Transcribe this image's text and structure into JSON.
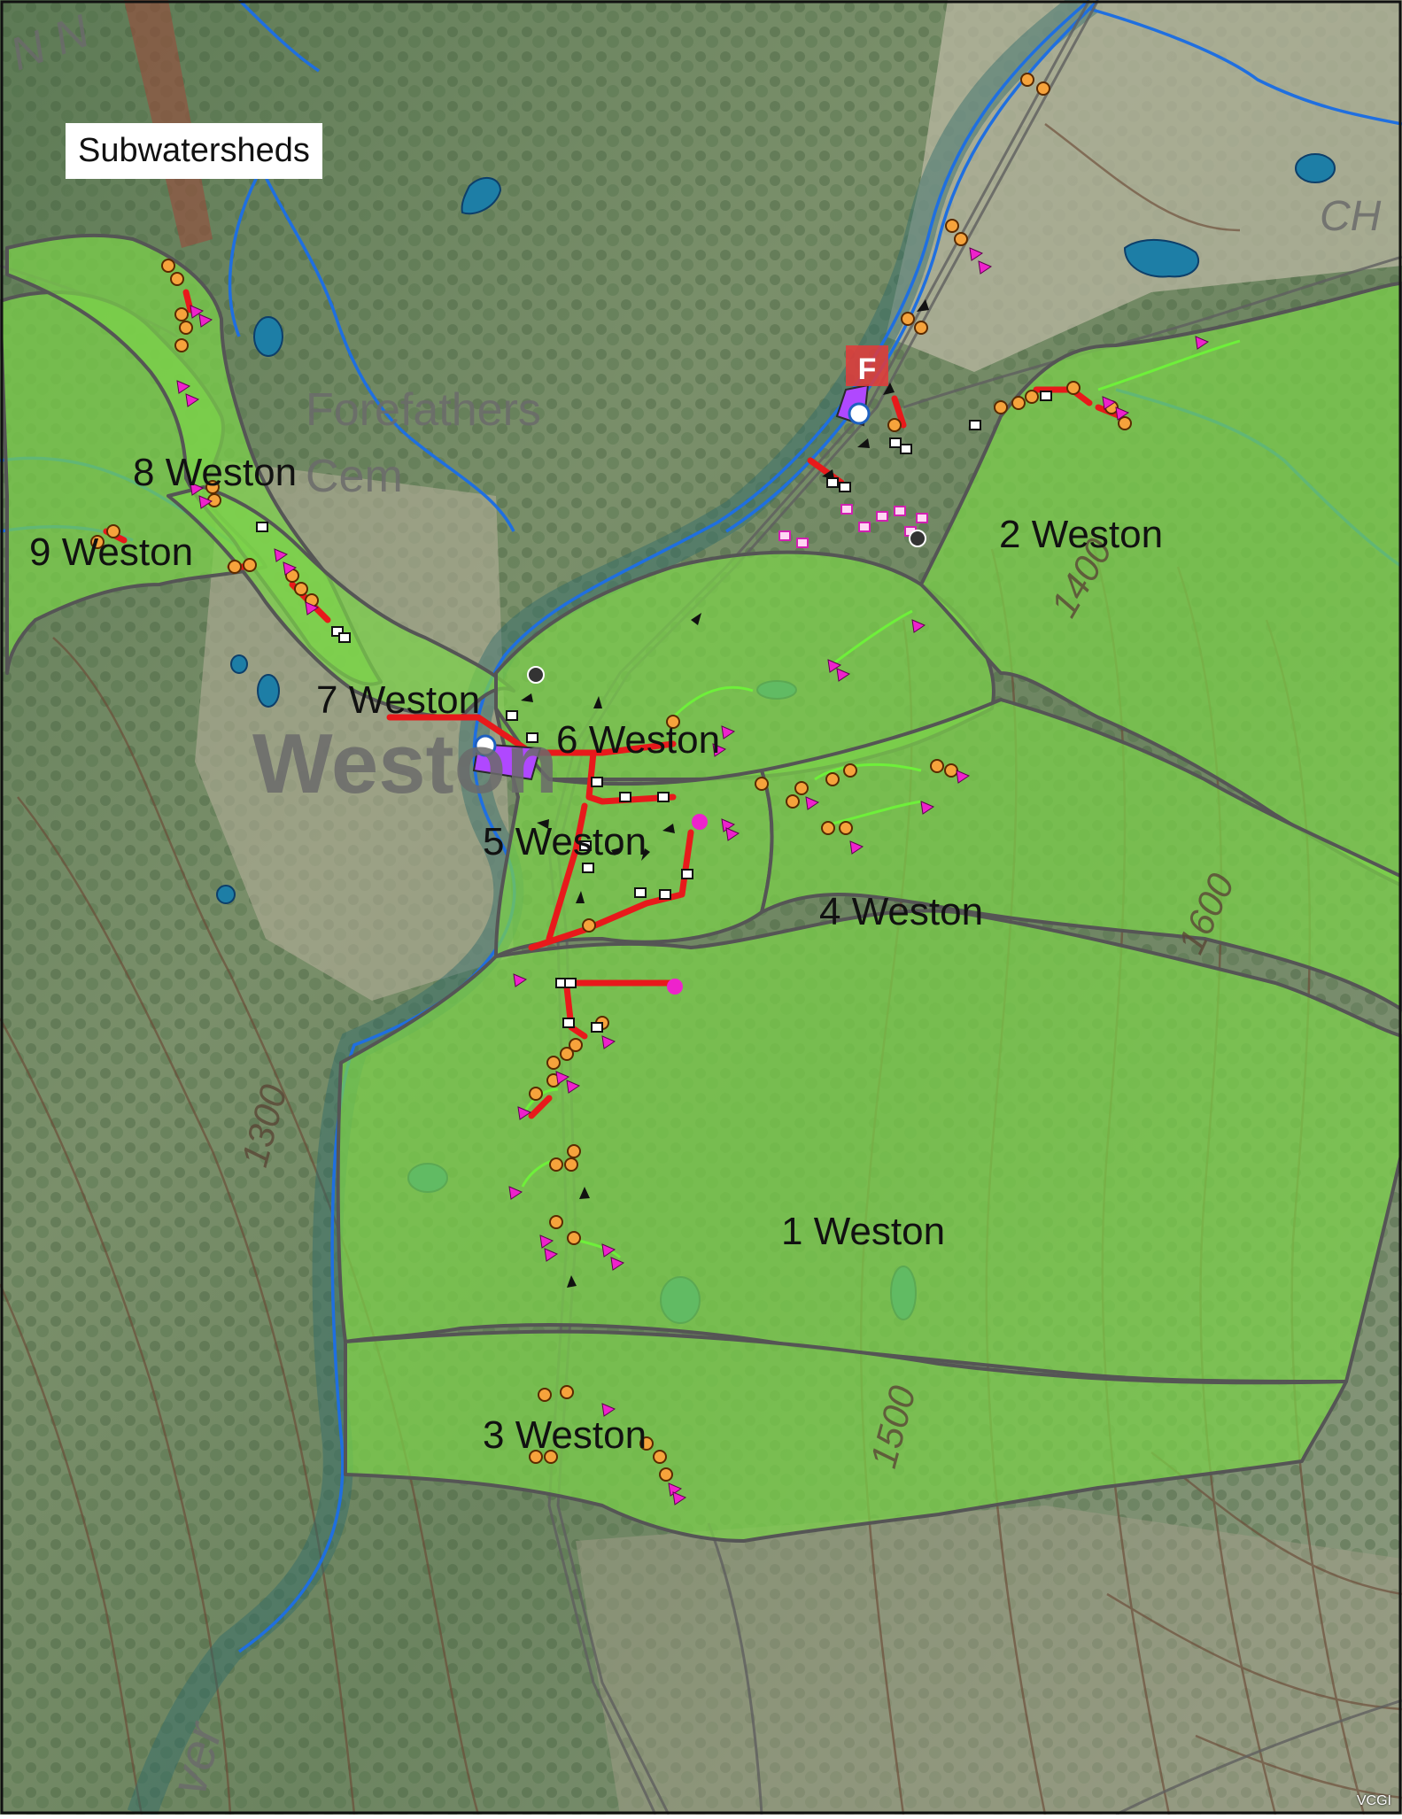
{
  "map": {
    "title": "Subwatersheds",
    "credit": "VCGI",
    "subwatersheds": [
      "1 Weston",
      "2 Weston",
      "3 Weston",
      "4 Weston",
      "5 Weston",
      "6 Weston",
      "7 Weston",
      "8 Weston",
      "9 Weston"
    ],
    "place_labels": {
      "cemetery_line1": "Forefathers",
      "cemetery_line2": "Cem",
      "town": "Weston",
      "river": "ver",
      "corner": "CH",
      "top_left": "N N"
    },
    "contour_labels": [
      "1300",
      "1400",
      "1500",
      "1600"
    ],
    "colors": {
      "subwatershed_fill": "#7cd34a",
      "subwatershed_edge": "#555555",
      "stream": "#1f6fe0",
      "pipe_red": "#e8191b",
      "swale_green": "#6ef03a",
      "catch_basin": "#e0862a",
      "outfall_magenta": "#ee22cc",
      "parking_purple": "#b048ff",
      "pond": "#1d7ea6",
      "contour": "#6b4a36"
    },
    "icons": [
      "catch-basin-icon",
      "outfall-arrow-icon",
      "culvert-icon",
      "flow-arrow-icon",
      "stormwater-inlet-icon",
      "info-point-icon",
      "fire-station-icon",
      "treatment-icon"
    ]
  }
}
